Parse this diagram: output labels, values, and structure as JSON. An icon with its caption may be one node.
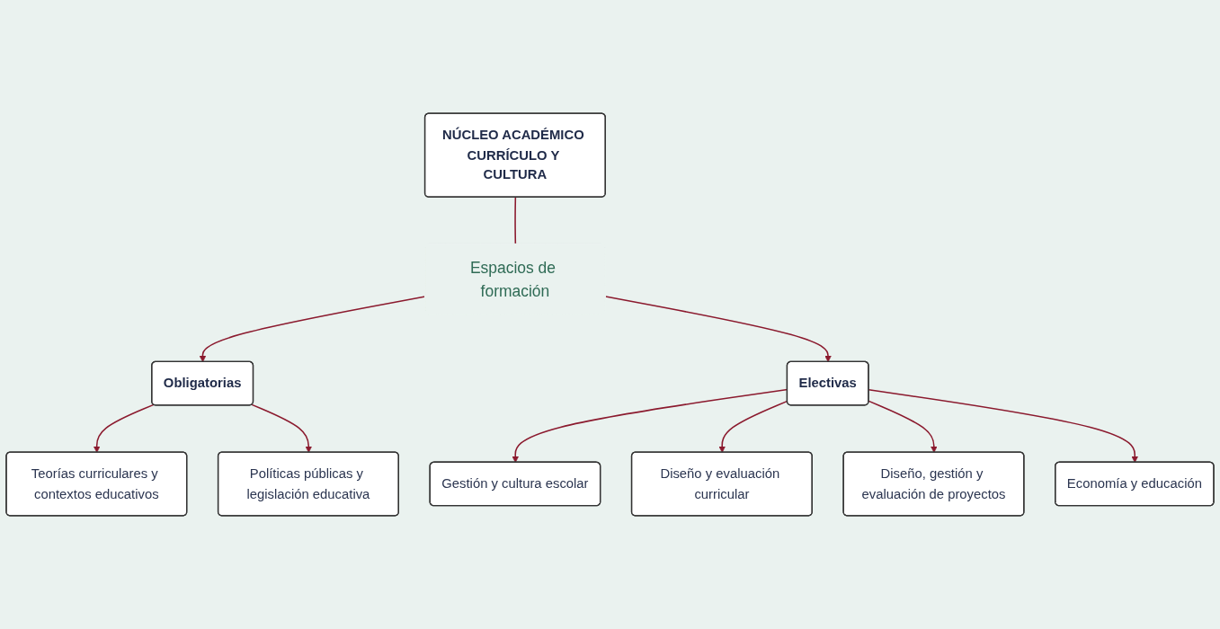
{
  "diagram": {
    "nodes": [
      {
        "text": [
          "NÚCLEO ACADÉMICO CURRÍCULO Y CULTURA"
        ]
      },
      {
        "text": [
          "Teorías curriculares y contextos educativos"
        ]
      },
      {
        "text": [
          "Obligatorias"
        ]
      },
      {
        "text": [
          "Espacios de formación"
        ]
      },
      {
        "text": [
          "Electivas"
        ]
      },
      {
        "text": [
          "Gestión y cultura escolar"
        ]
      },
      {
        "text": [
          "Diseño y evaluación curricular"
        ]
      },
      {
        "text": [
          "Políticas públicas y legislación educativa"
        ]
      },
      {
        "text": [
          "Economía y educación"
        ]
      },
      {
        "text": [
          "Diseño, gestión y evaluación de proyectos"
        ]
      }
    ],
    "edges": [
      {
        "from": 0,
        "to": 3,
        "arrow": "none"
      },
      {
        "from": 3,
        "to": 2,
        "arrow": "to"
      },
      {
        "from": 3,
        "to": 4,
        "arrow": "to"
      },
      {
        "from": 2,
        "to": 1,
        "arrow": "to"
      },
      {
        "from": 2,
        "to": 7,
        "arrow": "to"
      },
      {
        "from": 4,
        "to": 5,
        "arrow": "to"
      },
      {
        "from": 4,
        "to": 6,
        "arrow": "to"
      },
      {
        "from": 4,
        "to": 9,
        "arrow": "to"
      },
      {
        "from": 4,
        "to": 8,
        "arrow": "to"
      }
    ]
  }
}
